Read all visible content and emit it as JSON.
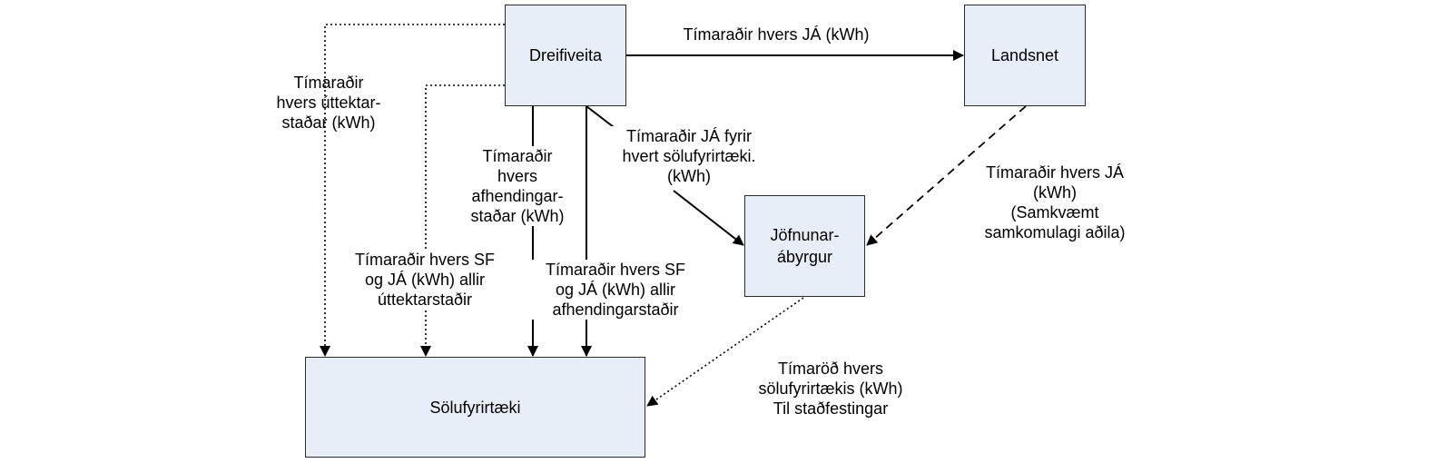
{
  "nodes": {
    "dreifiveita": "Dreifiveita",
    "landsnet": "Landsnet",
    "jofnunarabyrgur": "Jöfnunar-\nábyrgur",
    "solufyrirtaeki": "Sölufyrirtæki"
  },
  "labels": {
    "dreifi_landsnet": "Tímaraðir hvers JÁ (kWh)",
    "uttektarstadar": "Tímaraðir\nhvers úttektar-\nstaðar (kWh)",
    "afhendingarstadar": "Tímaraðir\nhvers\nafhendingar-\nstaðar (kWh)",
    "ja_solufyrirtaeki": "Tímaraðir JÁ fyrir\nhvert sölufyrirtæki.\n(kWh)",
    "landsnet_jofnunar": "Tímaraðir hvers JÁ\n(kWh)\n(Samkvæmt\nsamkomulagi aðila)",
    "sf_ja_uttektar": "Tímaraðir hvers SF\nog JÁ (kWh) allir\núttektarstaðir",
    "sf_ja_afhendingar": "Tímaraðir hvers SF\nog JÁ (kWh) allir\nafhendingarstaðir",
    "timarod": "Tímaröð  hvers\nsölufyrirtækis (kWh)\nTil staðfestingar"
  }
}
